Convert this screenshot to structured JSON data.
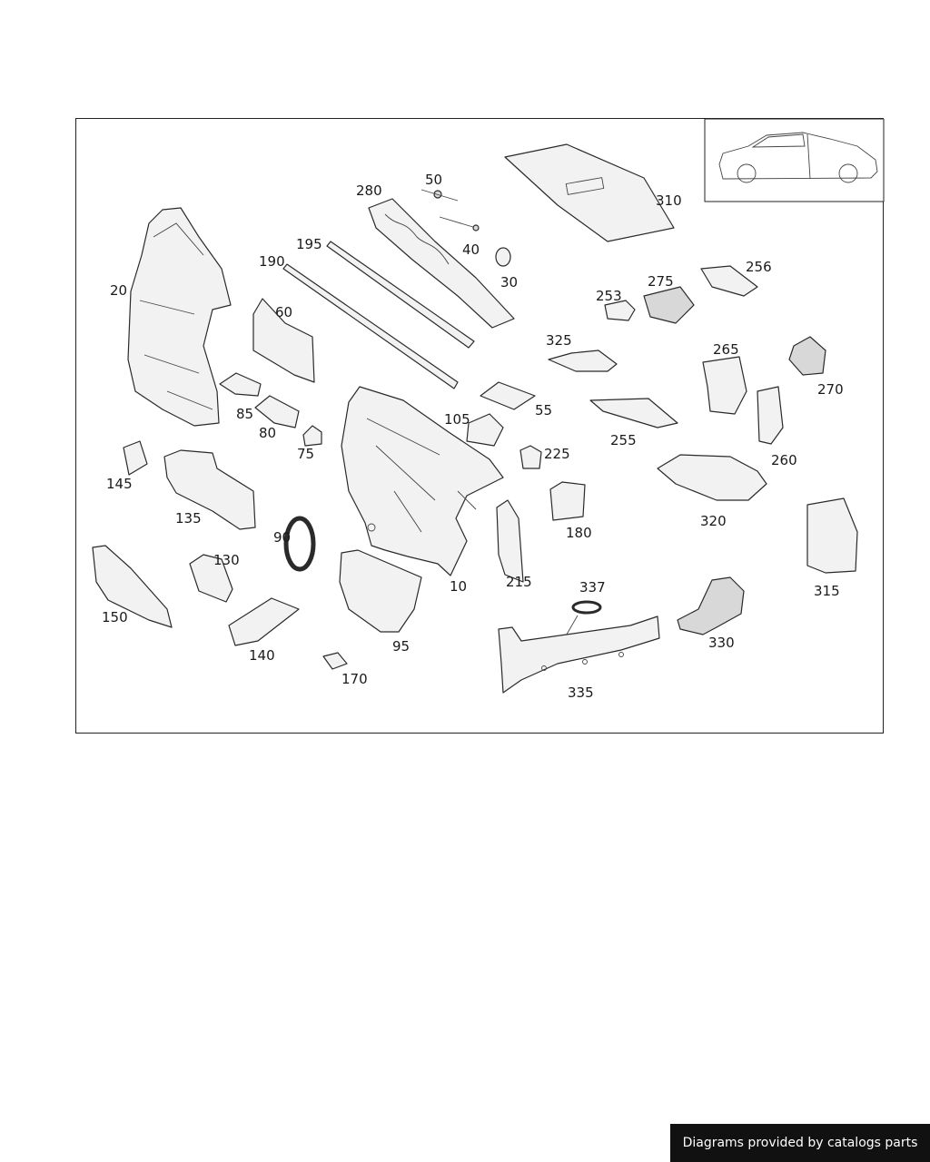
{
  "diagram": {
    "callouts": {
      "c10": "10",
      "c20": "20",
      "c30": "30",
      "c40": "40",
      "c50": "50",
      "c55": "55",
      "c60": "60",
      "c75": "75",
      "c80": "80",
      "c85": "85",
      "c90": "90",
      "c95": "95",
      "c105": "105",
      "c130": "130",
      "c135": "135",
      "c140": "140",
      "c145": "145",
      "c150": "150",
      "c170": "170",
      "c180": "180",
      "c190": "190",
      "c195": "195",
      "c215": "215",
      "c225": "225",
      "c253": "253",
      "c255": "255",
      "c256": "256",
      "c260": "260",
      "c265": "265",
      "c270": "270",
      "c275": "275",
      "c280": "280",
      "c310": "310",
      "c315": "315",
      "c320": "320",
      "c325": "325",
      "c330": "330",
      "c335": "335",
      "c337": "337"
    },
    "colors": {
      "line": "#2a2a2a",
      "fill": "#f2f2f2",
      "frame": "#222222"
    }
  },
  "footer": {
    "text": "Diagrams provided by catalogs parts"
  }
}
